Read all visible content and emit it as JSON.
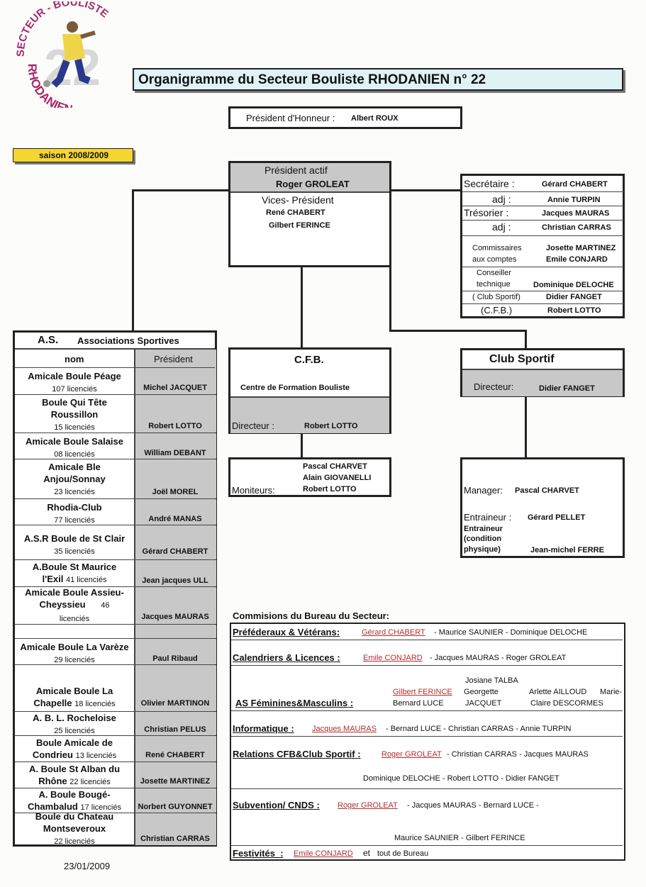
{
  "logo": {
    "top_text": "SECTEUR - BOULISTE",
    "number": "22",
    "bottom_text": "RHODANIEN"
  },
  "title": "Organigramme  du  Secteur Bouliste RHODANIEN  n° 22",
  "saison": "saison 2008/2009",
  "honneur": {
    "label": "Président d'Honneur :",
    "name": "Albert ROUX"
  },
  "president": {
    "label": "Président  actif",
    "name": "Roger GROLEAT",
    "vice_label": "Vices- Président",
    "vice1": "René CHABERT",
    "vice2": "Gilbert FERINCE"
  },
  "bureau": [
    {
      "role": "Secrétaire :",
      "name": "Gérard CHABERT"
    },
    {
      "role": "adj  :",
      "name": "Annie TURPIN"
    },
    {
      "role": "Trésorier  :",
      "name": "Jacques MAURAS"
    },
    {
      "role": "adj  :",
      "name": "Christian CARRAS"
    },
    {
      "role1": "Commissaires",
      "role2": "aux comptes",
      "name1": "Josette MARTINEZ",
      "name2": "Emile CONJARD"
    },
    {
      "role1": "Conseiller",
      "role2": "technique",
      "name": "Dominique DELOCHE"
    },
    {
      "role": "( Club Sportif)",
      "name": "Didier FANGET"
    },
    {
      "role": "(C.F.B.)",
      "name": "Robert LOTTO"
    }
  ],
  "cfb": {
    "title": "C.F.B.",
    "subtitle": "Centre de Formation Bouliste",
    "dir_label": "Directeur :",
    "dir_name": "Robert LOTTO",
    "mon_label": "Moniteurs:",
    "mon1": "Pascal CHARVET",
    "mon2": "Alain GIOVANELLI",
    "mon3": "Robert LOTTO"
  },
  "club": {
    "title": "Club Sportif",
    "dir_label": "Directeur:",
    "dir_name": "Didier FANGET",
    "manager_label": "Manager:",
    "manager_name": "Pascal CHARVET",
    "entr_label": "Entraineur :",
    "entr_name": "Gérard PELLET",
    "entr2_l1": "Entraineur",
    "entr2_l2": "(condition",
    "entr2_l3": "physique)",
    "entr2_name": "Jean-michel FERRE"
  },
  "as": {
    "header_short": "A.S.",
    "header_long": "Associations Sportives",
    "col_nom": "nom",
    "col_pres": "Président",
    "clubs": [
      {
        "n1": "Amicale Boule Péage",
        "lic": "107 licenciés",
        "pres": "Michel JACQUET"
      },
      {
        "n1": "Boule Qui Tête",
        "n2": "Roussillon",
        "lic": "15    licenciés",
        "pres": "Robert LOTTO"
      },
      {
        "n1": "Amicale Boule Salaise",
        "lic": "08 licenciés",
        "pres": "William DEBANT"
      },
      {
        "n1": "Amicale Ble",
        "n2": "Anjou/Sonnay",
        "lic": "23 licenciés",
        "pres": "Joël MOREL"
      },
      {
        "n1": "Rhodia-Club",
        "lic": "77 licenciés",
        "pres": "André MANAS"
      },
      {
        "n1": "A.S.R Boule de St Clair",
        "lic": "35 licenciés",
        "pres": "Gérard CHABERT"
      },
      {
        "n1": "A.Boule St Maurice",
        "n2": "l'Exil",
        "lic": "41 licenciés",
        "pres": "Jean jacques ULL"
      },
      {
        "n1": "Amicale Boule Assieu-",
        "n2": "Cheyssieu",
        "lic2": "46",
        "lic": "licenciés",
        "pres": "Jacques MAURAS"
      },
      {
        "n1": "Amicale Boule La Varèze",
        "lic": "29 licenciés",
        "pres": "Paul Ribaud"
      },
      {
        "n1": "Amicale Boule  La",
        "n2": "Chapelle",
        "lic": "18 licenciés",
        "pres": "Olivier MARTINON"
      },
      {
        "n1": "A. B. L. Rocheloise",
        "lic": "25 licenciés",
        "pres": "Christian PELUS"
      },
      {
        "n1": "Boule Amicale de",
        "n2": "Condrieu",
        "lic": "13 licenciés",
        "pres": "René CHABERT"
      },
      {
        "n1": "A. Boule St Alban du",
        "n2": "Rhône",
        "lic": "22 licenciés",
        "pres": "Josette MARTINEZ"
      },
      {
        "n1": "A. Boule Bougé-",
        "n2": "Chambalud",
        "lic": "17 licenciés",
        "pres": "Norbert GUYONNET"
      },
      {
        "n1": "Boule du Chateau",
        "n2": "Montseveroux",
        "lic": "22 licenciés",
        "pres": "Christian CARRAS"
      }
    ]
  },
  "commissions": {
    "heading": "Commisions du Bureau du Secteur:",
    "rows": [
      {
        "title": "Préféderaux & Vétérans",
        "sep": ":",
        "lead": "Gérard CHABERT",
        "rest": "- Maurice SAUNIER - Dominique DELOCHE"
      },
      {
        "title": "Calendriers & Licences",
        "sep": ":",
        "lead": "Emile CONJARD",
        "rest": "- Jacques MAURAS - Roger GROLEAT"
      },
      {
        "title": "AS  Féminines&Masculins",
        "sep": ":",
        "lead": "Gilbert FERINCE",
        "m1": "Josiane TALBA",
        "m2": "Georgette",
        "m3": "JACQUET",
        "m4": "Bernard LUCE",
        "m5": "Arlette AILLOUD",
        "m6": "Marie-",
        "m7": "Claire DESCORMES"
      },
      {
        "title": "Informatique :",
        "lead": "Jacques MAURAS",
        "rest": "- Bernard LUCE - Christian CARRAS - Annie TURPIN"
      },
      {
        "title": "Relations CFB&Club Sportif",
        "sep": ":",
        "lead": "Roger GROLEAT",
        "rest": "- Christian CARRAS - Jacques MAURAS",
        "rest2": "Dominique DELOCHE - Robert LOTTO - Didier FANGET"
      },
      {
        "title": "Subvention/ CNDS",
        "sep": ":",
        "lead": "Roger GROLEAT",
        "rest": "- Jacques MAURAS - Bernard LUCE -",
        "rest2": "Maurice SAUNIER - Gilbert FERINCE"
      },
      {
        "title": "Festivités",
        "sep": ":",
        "lead": "Emile CONJARD",
        "rest": "et",
        "rest3": "tout de Bureau"
      }
    ]
  },
  "date": "23/01/2009"
}
